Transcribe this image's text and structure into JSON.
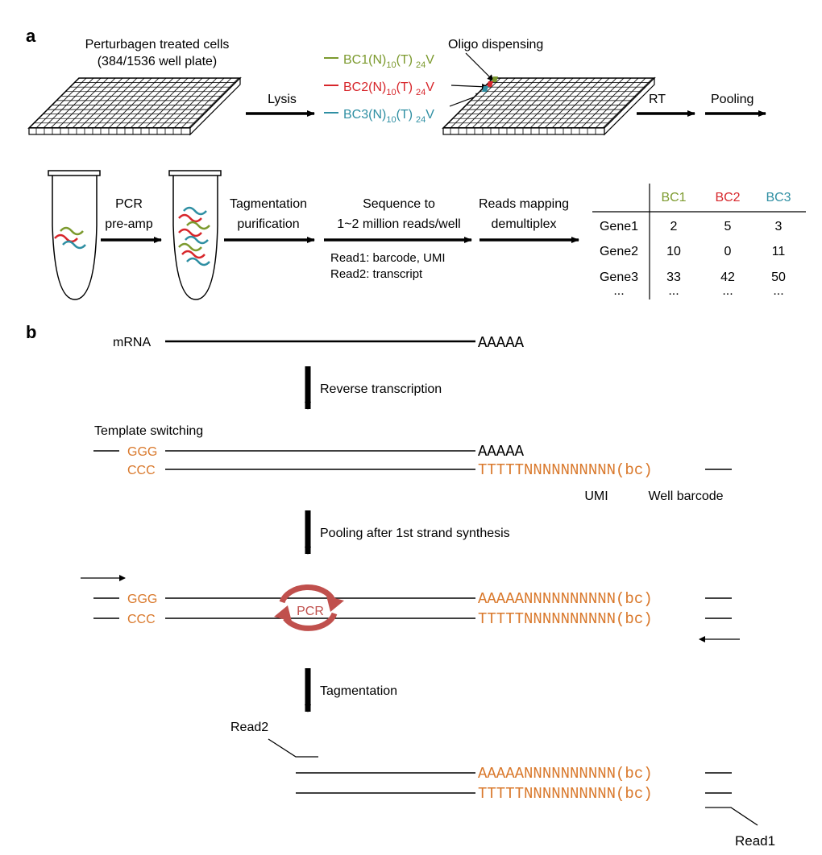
{
  "panels": {
    "a": "a",
    "b": "b"
  },
  "panel_a": {
    "plate_title_1": "Perturbagen treated cells",
    "plate_title_2": "(384/1536 well plate)",
    "lysis": "Lysis",
    "oligo_dispensing": "Oligo dispensing",
    "oligos": [
      {
        "bc": "BC1",
        "color": "#7c9a2e"
      },
      {
        "bc": "BC2",
        "color": "#d7262b"
      },
      {
        "bc": "BC3",
        "color": "#2f8fa3"
      }
    ],
    "oligo_n": "(N)",
    "oligo_n_sub": "10",
    "oligo_t": "(T)",
    "oligo_t_sub": "24",
    "oligo_v": "V",
    "rt": "RT",
    "pooling": "Pooling",
    "pcr_1": "PCR",
    "pcr_2": "pre-amp",
    "tag_1": "Tagmentation",
    "tag_2": "purification",
    "seq_1": "Sequence to",
    "seq_2": "1~2 million reads/well",
    "read1_note": "Read1: barcode, UMI",
    "read2_note": "Read2: transcript",
    "map_1": "Reads mapping",
    "map_2": "demultiplex",
    "table": {
      "columns": [
        "BC1",
        "BC2",
        "BC3"
      ],
      "column_colors": [
        "#7c9a2e",
        "#d7262b",
        "#2f8fa3"
      ],
      "rows": [
        {
          "gene": "Gene1",
          "values": [
            "2",
            "5",
            "3"
          ]
        },
        {
          "gene": "Gene2",
          "values": [
            "10",
            "0",
            "11"
          ]
        },
        {
          "gene": "Gene3",
          "values": [
            "33",
            "42",
            "50"
          ]
        }
      ],
      "ellipsis": "..."
    }
  },
  "panel_b": {
    "mrna": "mRNA",
    "polya": "AAAAA",
    "rt_step": "Reverse transcription",
    "template_switching": "Template switching",
    "ggg": "GGG",
    "ccc": "CCC",
    "first_strand_tail": "TTTTTNNNNNNNNNN(bc)",
    "umi": "UMI",
    "well_barcode": "Well barcode",
    "pool_step": "Pooling after 1st strand synthesis",
    "pcr": "PCR",
    "amp_top_tail": "AAAAANNNNNNNNNN(bc)",
    "amp_bottom_tail": "TTTTTNNNNNNNNNN(bc)",
    "tag_step": "Tagmentation",
    "read2": "Read2",
    "read1": "Read1"
  }
}
